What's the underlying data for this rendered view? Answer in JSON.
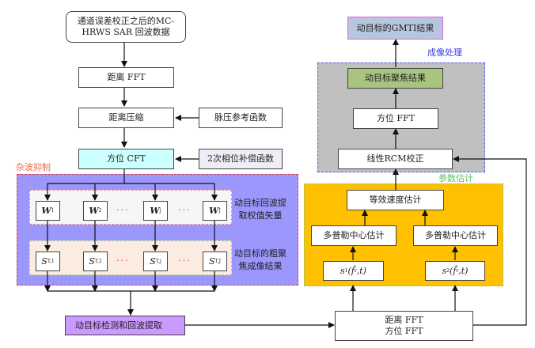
{
  "input": {
    "line1": "通道误差校正之后的MC-",
    "line2": "HRWS SAR 回波数据"
  },
  "left_chain": {
    "range_fft": "距离 FFT",
    "range_compress": "距离压缩",
    "azimuth_cft": "方位 CFT",
    "pulse_ref": "脉压参考函数",
    "phase_comp": "2次相位补偿函数"
  },
  "clutter_suppression": {
    "title": "杂波抑制",
    "weights": [
      {
        "base": "W",
        "sub": "1"
      },
      {
        "base": "W",
        "sub": "2"
      },
      {
        "base": "W",
        "sub": "j"
      },
      {
        "base": "W",
        "sub": "J"
      }
    ],
    "images": [
      {
        "base": "S",
        "sub": "T,1"
      },
      {
        "base": "S",
        "sub": "T,2"
      },
      {
        "base": "S",
        "sub": "T,j"
      },
      {
        "base": "S",
        "sub": "T,J"
      }
    ],
    "ellipsis": "···",
    "weights_label_1": "动目标回波提",
    "weights_label_2": "取权值矢量",
    "images_label_1": "动目标的粗聚",
    "images_label_2": "焦成像结果"
  },
  "detect": "动目标检测和回波提取",
  "fft_box": {
    "line1": "距离 FFT",
    "line2": "方位 FFT"
  },
  "param_estimation": {
    "title": "参数估计",
    "velocity": "等效速度估计",
    "doppler_1": "多普勒中心估计",
    "doppler_2": "多普勒中心估计",
    "signal_1": {
      "base": "s",
      "sub": "1",
      "arg": "(f̂",
      "argsub": "r",
      "tail": ",t)"
    },
    "signal_2": {
      "base": "s",
      "sub": "2",
      "arg": "(f̂",
      "argsub": "r",
      "tail": ",t)"
    }
  },
  "imaging": {
    "title": "成像处理",
    "rcm": "线性RCM校正",
    "az_fft": "方位 FFT",
    "focus": "动目标聚焦结果"
  },
  "output": "动目标的GMTI结果",
  "colors": {
    "azimuth_cft_fill": "#ccffff",
    "phase_comp_fill": "#efedf5",
    "clutter_fill": "#9b97fc",
    "clutter_border": "#d9404f",
    "weights_fill": "#f6f6f6",
    "images_fill": "#fbebe0",
    "images_border": "#a8d08d",
    "detect_fill": "#cc99ff",
    "param_fill": "#ffc000",
    "param_border": "#8fc47a",
    "imaging_fill": "#c0c0c0",
    "imaging_border": "#4a5cf0",
    "focus_fill": "#a9c47f",
    "output_fill": "#b6c6dd",
    "output_border": "#e066e0",
    "clutter_title": "#ef6a4a",
    "param_title": "#5fbf5f",
    "imaging_title": "#3b3bdf",
    "ellipsis": "#e03c1e"
  }
}
